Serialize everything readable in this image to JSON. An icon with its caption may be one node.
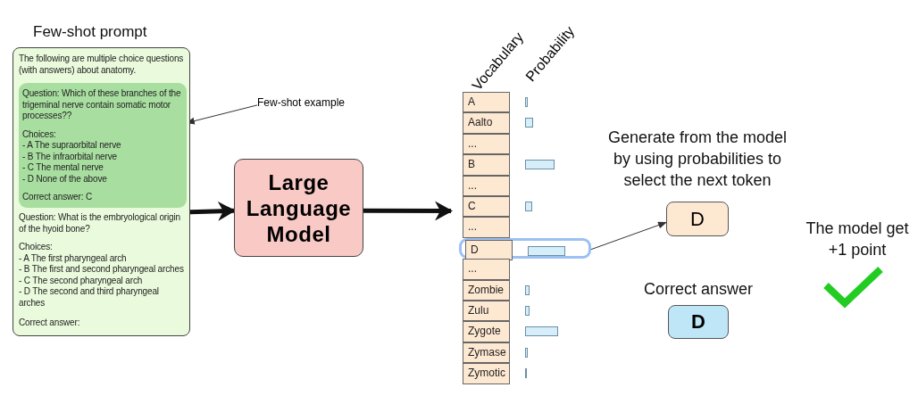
{
  "diagram": {
    "nodes": [
      {
        "text": [
          "Few-shot prompt",
          "The following are multiple choice questions (with answers) about anatomy.",
          "Question: What is the embryological origin of the hyoid bone?",
          "Choices:",
          "- A The first pharyngeal arch",
          "- B The first and second pharyngeal arches",
          "- C The second pharyngeal arch",
          "- D The second and third pharyngeal arches",
          "Correct answer:"
        ]
      },
      {
        "text": [
          "Question: Which of these branches of the trigeminal nerve contain somatic motor processes??",
          "Choices:",
          "- A The supraorbital nerve",
          "- B The infraorbital nerve",
          "- C The mental nerve",
          "- D None of the above",
          "Correct answer: C"
        ],
        "in": 0
      },
      {
        "text": [
          "Few-shot example"
        ]
      },
      {
        "text": [
          "Large Language Model"
        ]
      },
      {
        "text": [
          "Vocabulary",
          "Probability"
        ]
      },
      {
        "text": [
          "A"
        ],
        "in": 4
      },
      {
        "text": [],
        "shape": "bar",
        "in": 4
      },
      {
        "text": [
          "Aalto"
        ],
        "in": 4
      },
      {
        "text": [],
        "shape": "bar",
        "in": 4
      },
      {
        "text": [
          "..."
        ],
        "in": 4
      },
      {
        "text": [
          "B"
        ],
        "in": 4
      },
      {
        "text": [],
        "shape": "bar",
        "in": 4
      },
      {
        "text": [
          "..."
        ],
        "in": 4
      },
      {
        "text": [
          "C"
        ],
        "in": 4
      },
      {
        "text": [],
        "shape": "bar",
        "in": 4
      },
      {
        "text": [
          "..."
        ],
        "in": 4
      },
      {
        "text": [],
        "shape": "box",
        "in": 4
      },
      {
        "text": [
          "D"
        ],
        "in": 16
      },
      {
        "text": [],
        "shape": "bar",
        "in": 16
      },
      {
        "text": [
          "..."
        ],
        "in": 4
      },
      {
        "text": [
          "Zombie"
        ],
        "in": 4
      },
      {
        "text": [],
        "shape": "bar",
        "in": 4
      },
      {
        "text": [
          "Zulu"
        ],
        "in": 4
      },
      {
        "text": [],
        "shape": "bar",
        "in": 4
      },
      {
        "text": [
          "Zygote"
        ],
        "in": 4
      },
      {
        "text": [],
        "shape": "bar",
        "in": 4
      },
      {
        "text": [
          "Zymase"
        ],
        "in": 4
      },
      {
        "text": [],
        "shape": "bar",
        "in": 4
      },
      {
        "text": [
          "Zymotic"
        ],
        "in": 4
      },
      {
        "text": [],
        "shape": "bar",
        "in": 4
      },
      {
        "text": [
          "D"
        ],
        "beside": [
          "Generate from the model by using probabilities to select the next token"
        ]
      },
      {
        "text": [
          "D"
        ],
        "beside": [
          "Correct answer"
        ]
      },
      {
        "text": [],
        "shape": "checkmark"
      }
    ],
    "edges": [
      {
        "from": 0,
        "to": 3,
        "arrow": "to",
        "style": "thick"
      },
      {
        "from": 3,
        "to": 4,
        "arrow": "to",
        "style": "thick"
      },
      {
        "from": 2,
        "to": 1,
        "arrow": "to"
      },
      {
        "from": 16,
        "to": 30,
        "arrow": "to"
      }
    ],
    "labels": [
      "The model get +1 point"
    ]
  }
}
